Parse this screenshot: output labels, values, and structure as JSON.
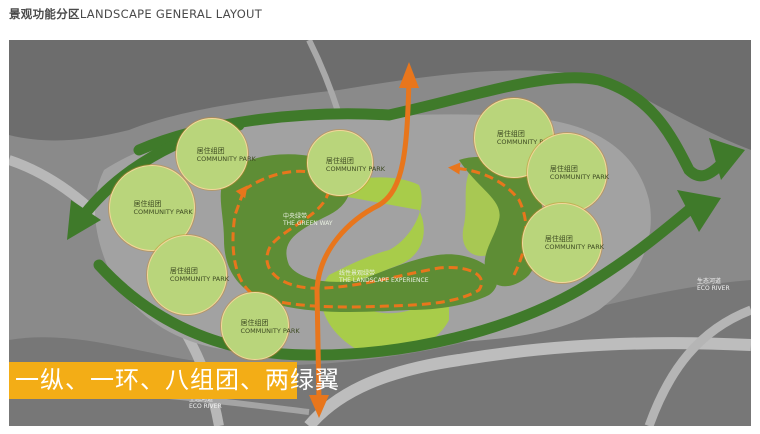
{
  "header": {
    "title_cn": "景观功能分区",
    "title_en": "LANDSCAPE GENERAL LAYOUT"
  },
  "slogan": "一纵、一环、八组团、两绿翼",
  "parks": [
    {
      "cn": "居住组团",
      "en": "COMMUNITY PARK"
    },
    {
      "cn": "居住组团",
      "en": "COMMUNITY PARK"
    },
    {
      "cn": "居住组团",
      "en": "COMMUNITY PARK"
    },
    {
      "cn": "居住组团",
      "en": "COMMUNITY PARK"
    },
    {
      "cn": "居住组团",
      "en": "COMMUNITY PARK"
    },
    {
      "cn": "居住组团",
      "en": "COMMUNITY PARK"
    },
    {
      "cn": "居住组团",
      "en": "COMMUNITY PARK"
    },
    {
      "cn": "居住组团",
      "en": "COMMUNITY PARK"
    }
  ],
  "labels": {
    "green_way_cn": "中央绿带",
    "green_way_en": "THE GREEN WAY",
    "landscape_exp_cn": "线性景观绿带",
    "landscape_exp_en": "THE LANDSCAPE EXPERIENCE",
    "eco_river_right_cn": "生态河道",
    "eco_river_right_en": "ECO RIVER",
    "eco_river_bottom_cn": "生态河道",
    "eco_river_bottom_en": "ECO RIVER"
  },
  "colors": {
    "ring_arrow": "#3f7a2a",
    "axis_arrow": "#e8761c",
    "park_fill": "#b9d57b",
    "green_band": "#5e8d35",
    "light_green": "#a8cc4a",
    "slogan_bg": "#f3ad16"
  }
}
